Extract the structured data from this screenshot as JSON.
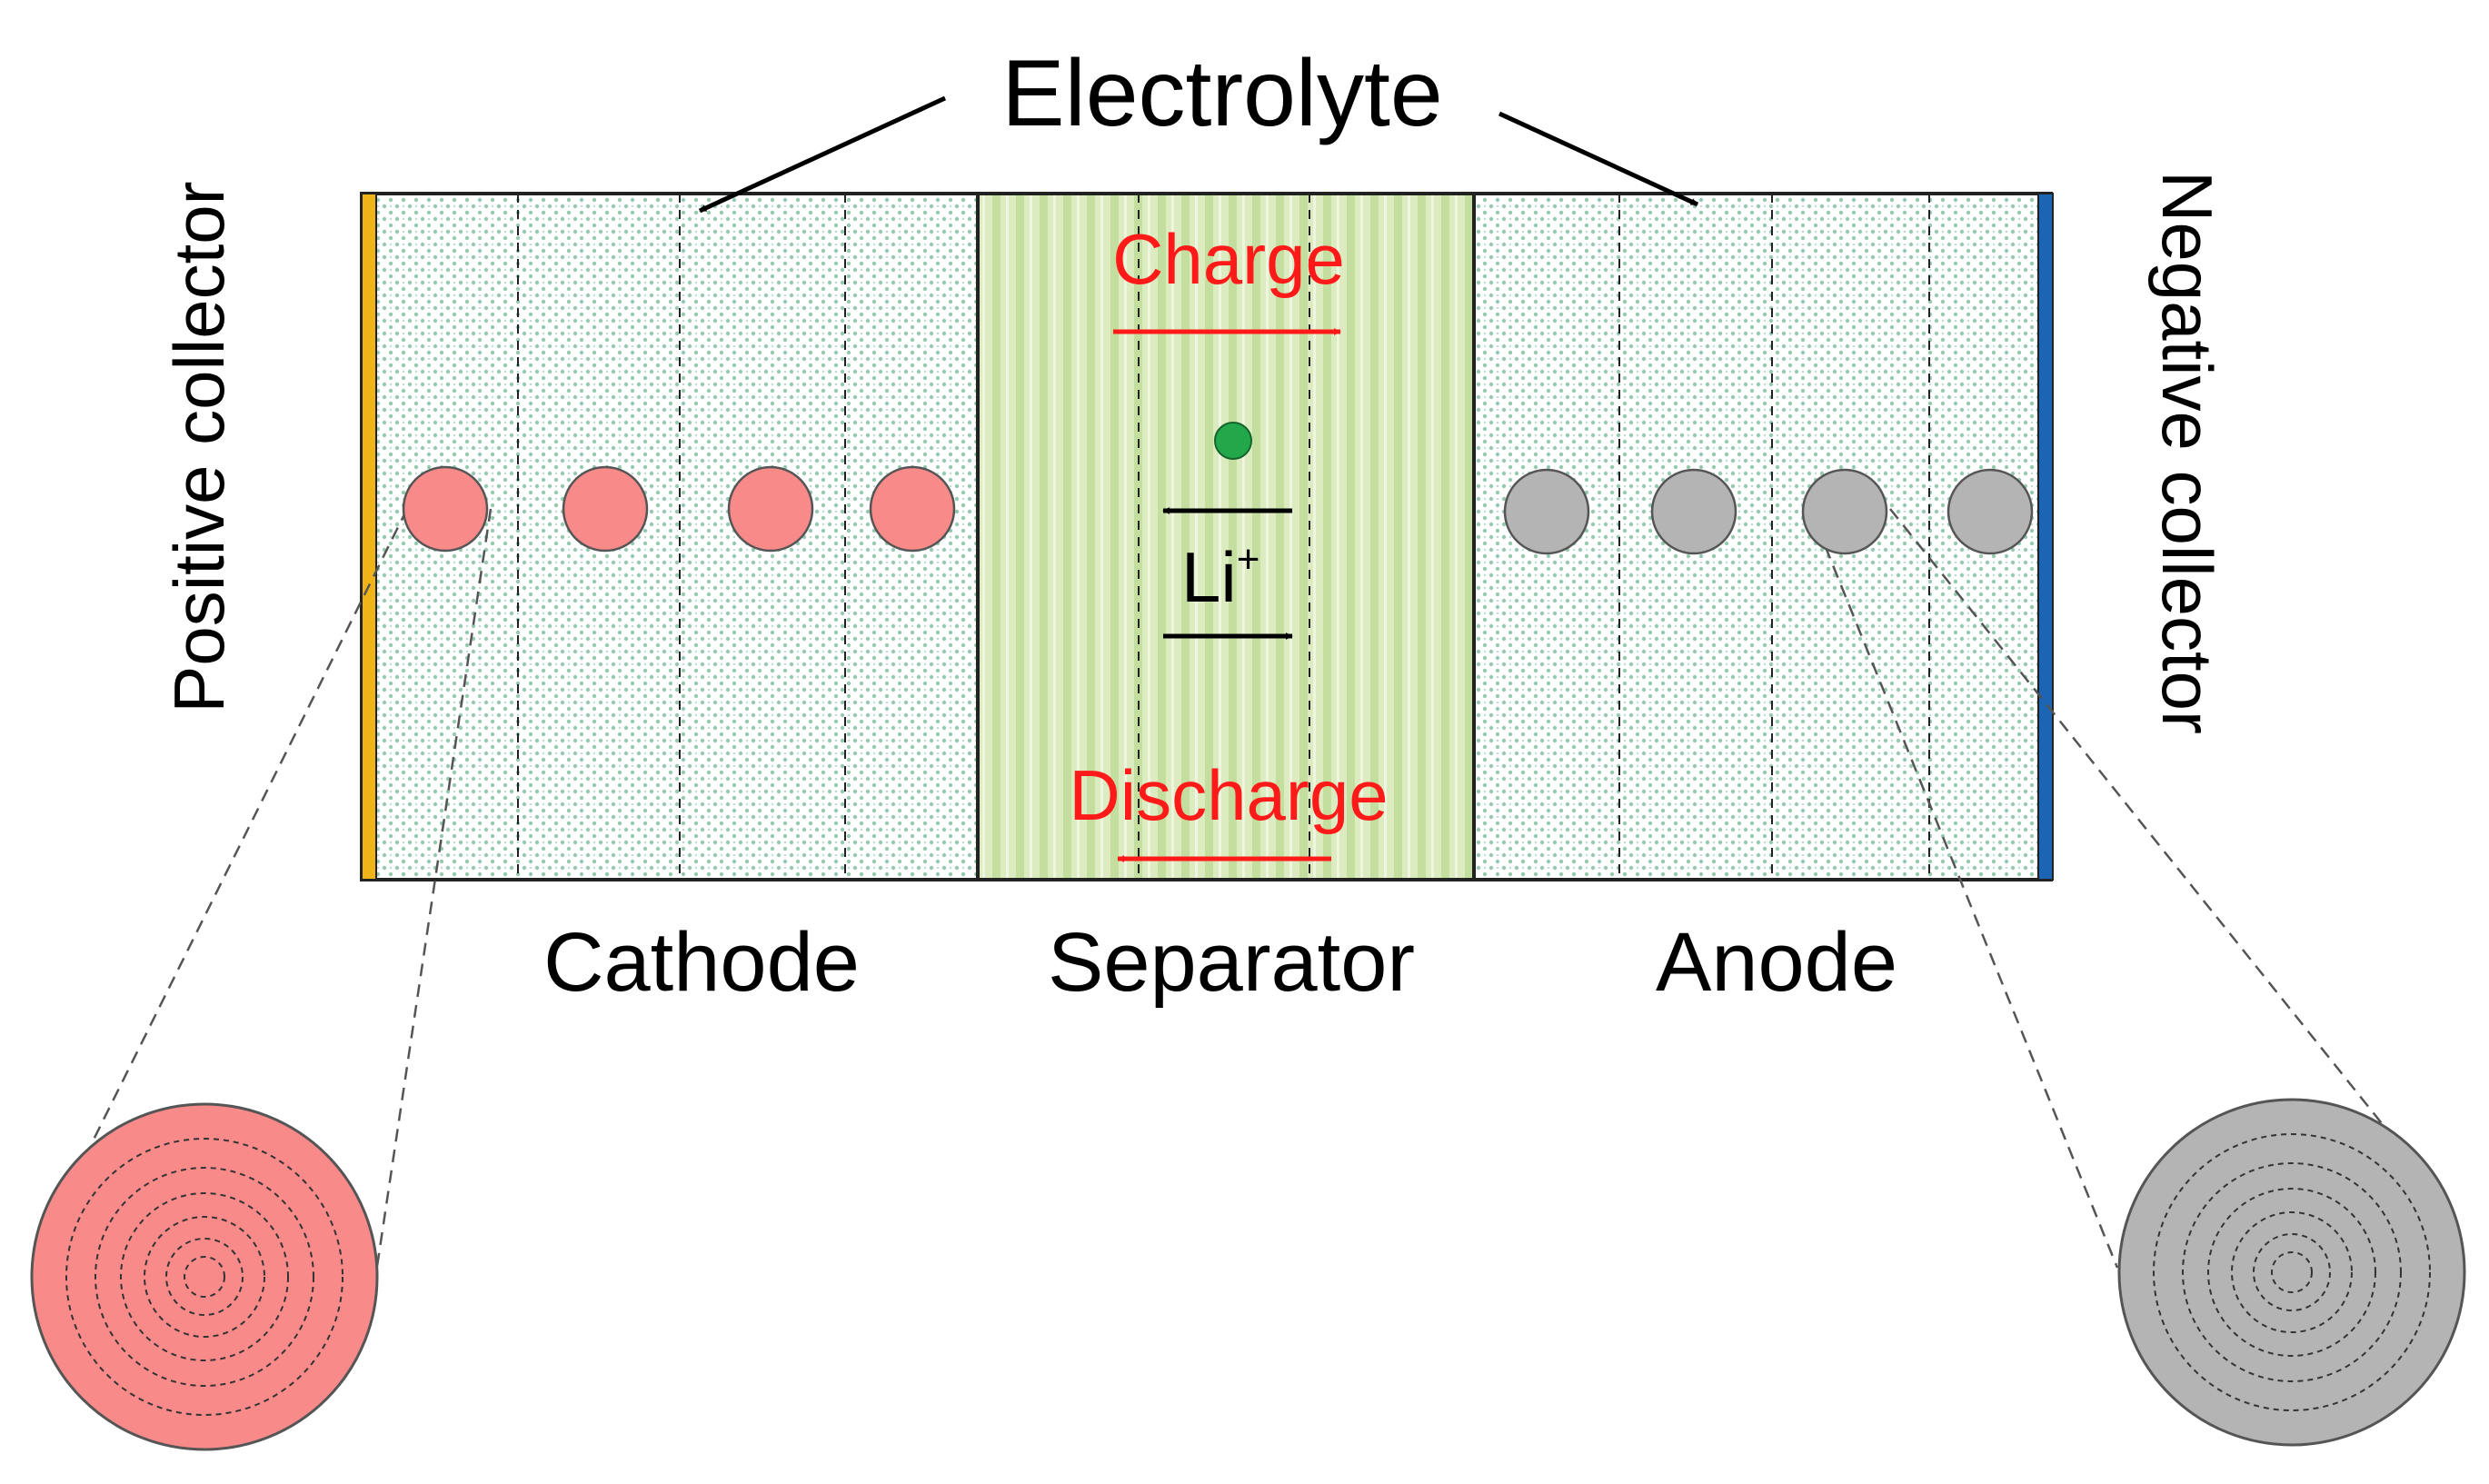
{
  "labels": {
    "electrolyte": "Electrolyte",
    "positive_collector": "Positive collector",
    "negative_collector": "Negative collector",
    "cathode": "Cathode",
    "separator": "Separator",
    "anode": "Anode",
    "charge": "Charge",
    "discharge": "Discharge",
    "ion_base": "Li",
    "ion_charge": "+"
  },
  "colors": {
    "cathode_particle": "#f88a8a",
    "anode_particle": "#b4b4b4",
    "electrolyte_dots": "#3e9e6e",
    "separator_fill": "#dcecc0",
    "separator_stripe": "#c4dea0",
    "positive_collector": "#f0b418",
    "negative_collector": "#1c64b4",
    "li_ion": "#22a84a",
    "process_text": "#ff1a1a",
    "outline": "#000000"
  },
  "icons": {
    "cathode_particle": "pink-circle",
    "anode_particle": "gray-circle",
    "li_ion": "green-dot",
    "cathode_zoom": "concentric-circles-pink",
    "anode_zoom": "concentric-circles-gray"
  }
}
